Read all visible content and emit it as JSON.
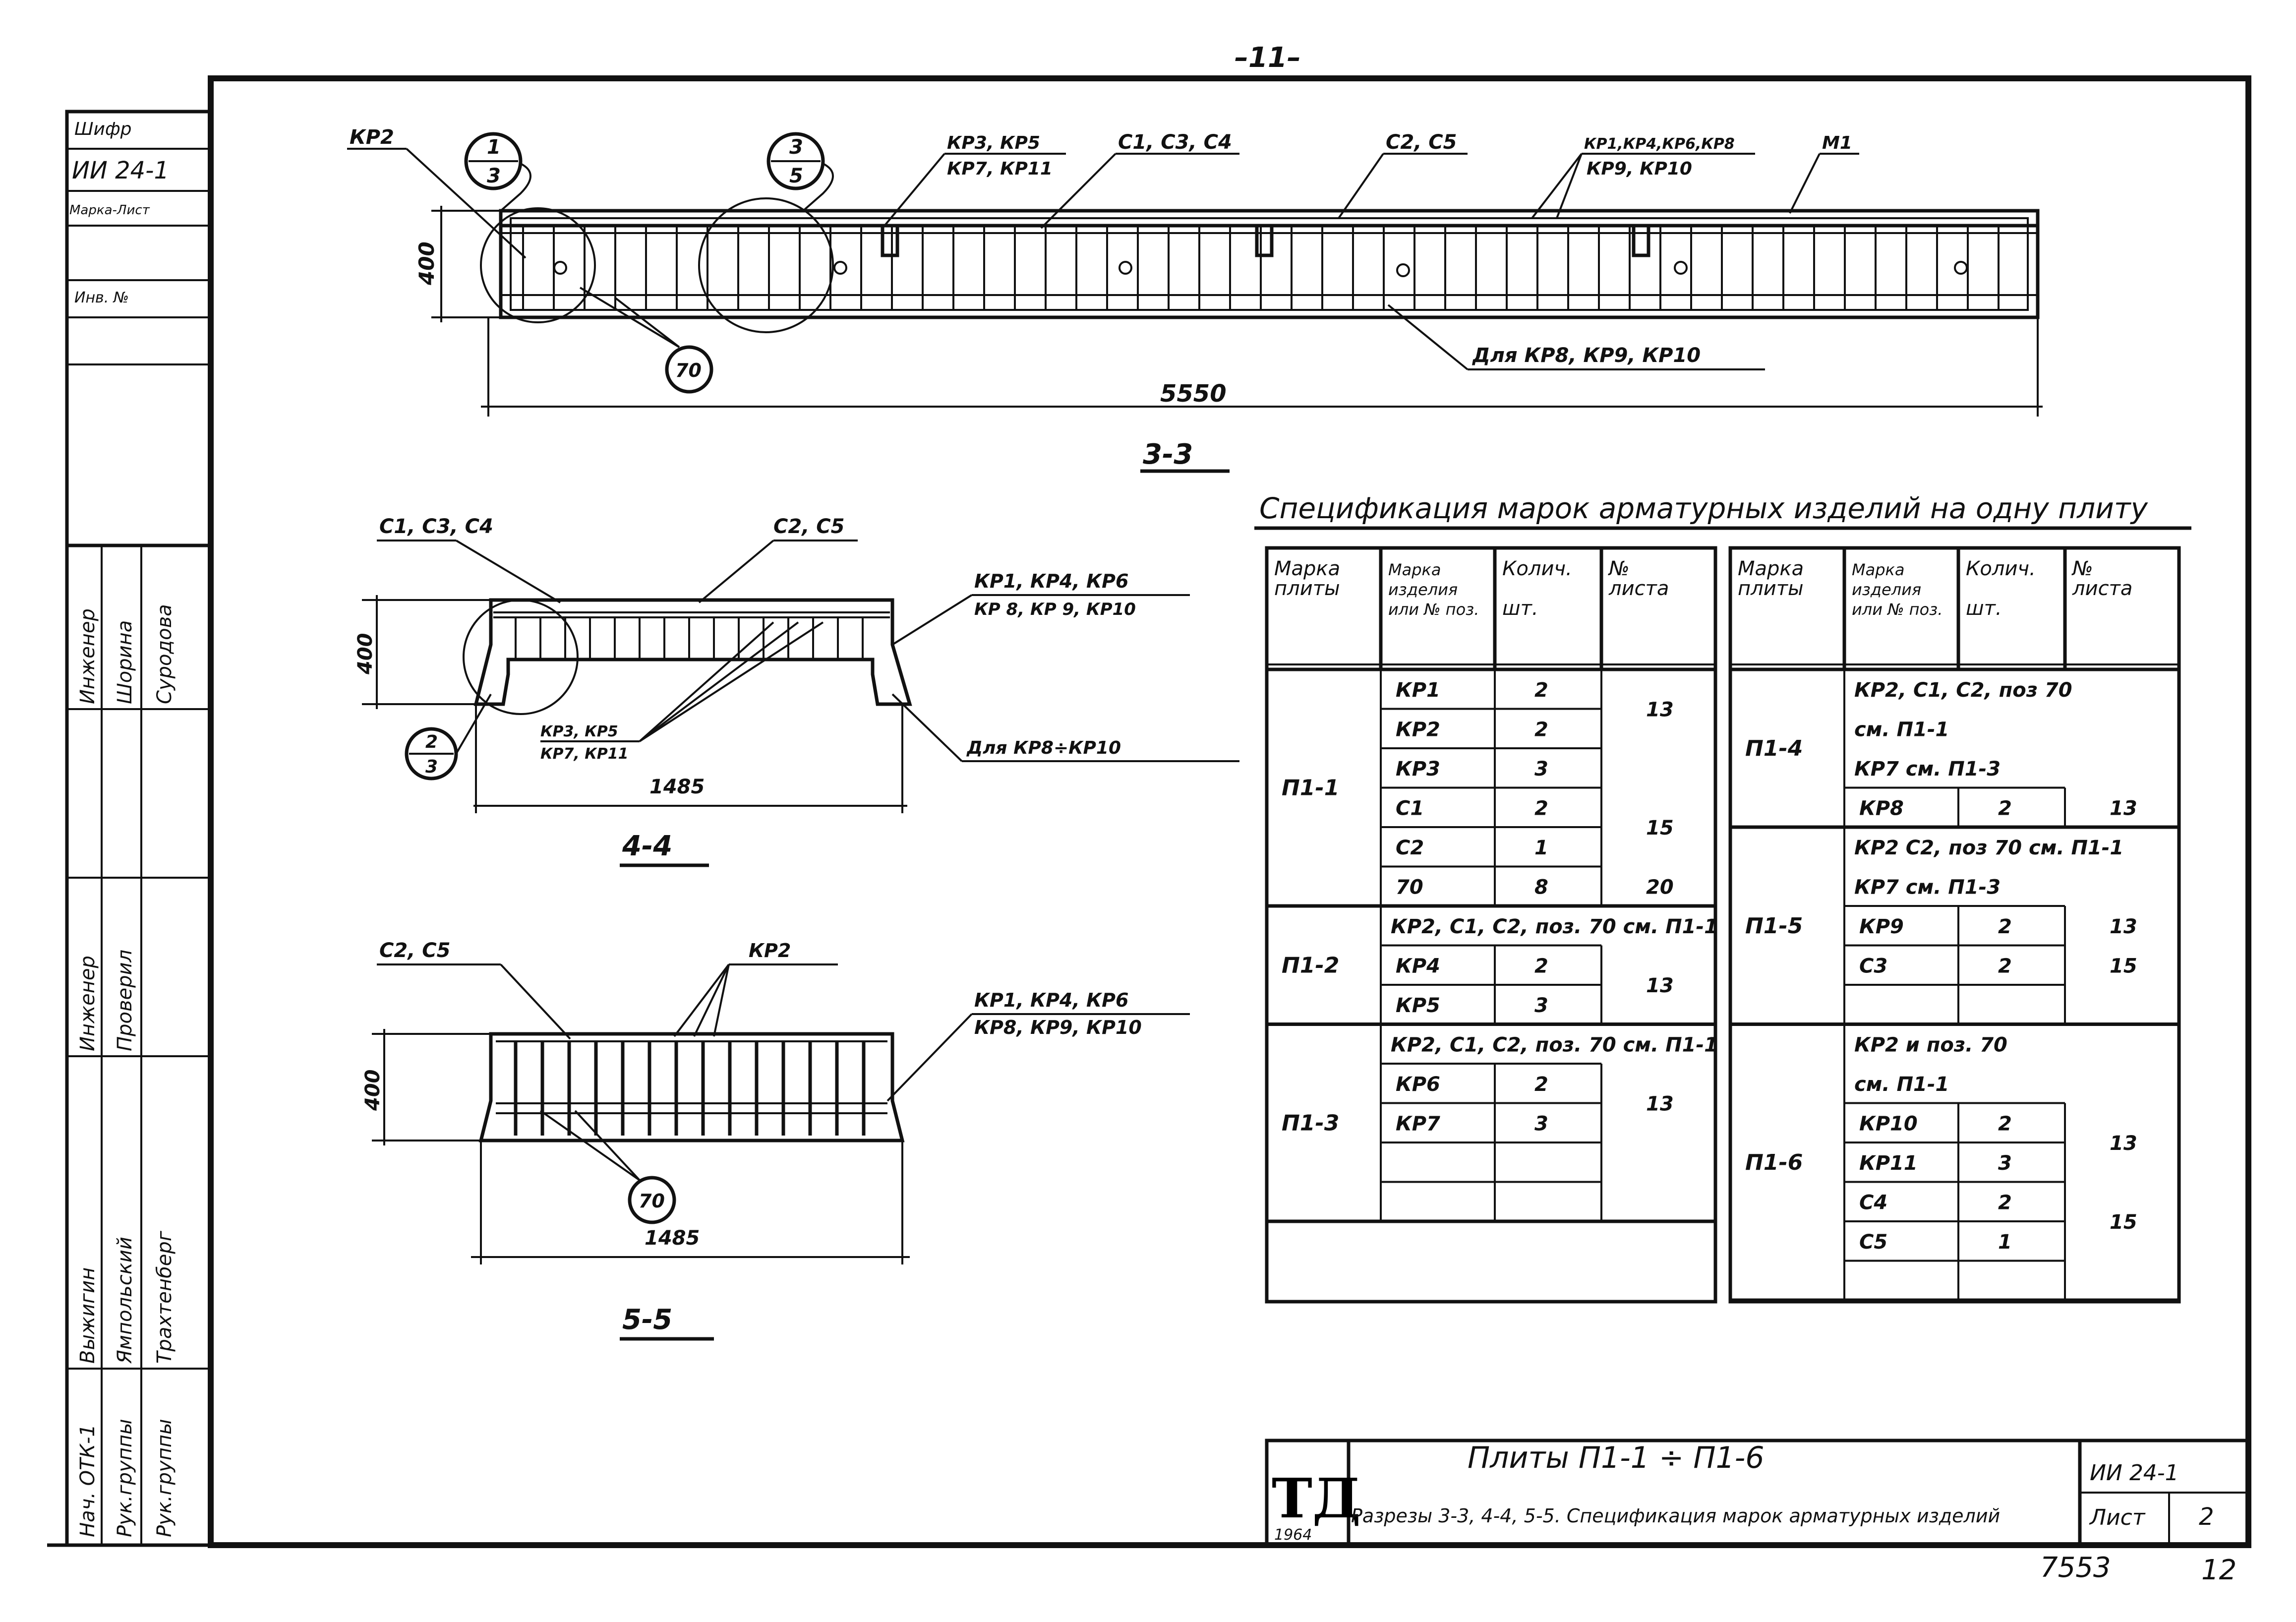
{
  "page_number": "–11–",
  "left_strip": {
    "shifr_label": "Шифр",
    "shifr_value": "ИИ 24-1",
    "marka_list": "Марка-Лист",
    "inv": "Инв. №",
    "roles": [
      "Нач. ОТК-1",
      "Рук.группы",
      "Рук.группы",
      "Инженер",
      "Проверил",
      "Инженер"
    ],
    "names": [
      "Выжигин",
      "Ямпольский",
      "Трахтенберг",
      "Шорина",
      "Суродова",
      ""
    ]
  },
  "section33": {
    "labels": {
      "kr2": "КР2",
      "c1_top": "1",
      "c1_bot": "3",
      "c2_top": "3",
      "c2_bot": "5",
      "kr3": "КР3, КР5",
      "kr7": "КР7, КР11",
      "c134": "С1, С3, С4",
      "c25": "С2, С5",
      "kr1": "КР1,КР4,КР6,КР8",
      "kr9": "КР9, КР10",
      "m1": "М1",
      "dim_h": "400",
      "dim_l": "5550",
      "pos70": "70",
      "dlya": "Для КР8, КР9, КР10"
    },
    "title": "3-3"
  },
  "section44": {
    "labels": {
      "c134": "С1, С3, С4",
      "c25": "С2, С5",
      "kr1": "КР1, КР4, КР6",
      "kr8": "КР 8, КР 9, КР10",
      "dim_h": "400",
      "circ_top": "2",
      "circ_bot": "3",
      "kr35": "КР3, КР5",
      "kr711": "КР7, КР11",
      "dlya": "Для КР8÷КР10",
      "dim_l": "1485"
    },
    "title": "4-4"
  },
  "section55": {
    "labels": {
      "c25": "С2, С5",
      "kr2": "КР2",
      "kr1": "КР1, КР4, КР6",
      "kr8": "КР8, КР9, КР10",
      "dim_h": "400",
      "pos70": "70",
      "dim_l": "1485"
    },
    "title": "5-5"
  },
  "spec": {
    "title": "Спецификация марок арматурных изделий на одну плиту",
    "headers": [
      "Марка плиты",
      "Марка изделия или № поз.",
      "Колич. шт.",
      "№ листа"
    ],
    "left": [
      {
        "plate": "П1-1",
        "rows": [
          [
            "КР1",
            "2",
            ""
          ],
          [
            "КР2",
            "2",
            "13"
          ],
          [
            "КР3",
            "3",
            ""
          ],
          [
            "С1",
            "2",
            ""
          ],
          [
            "С2",
            "1",
            "15"
          ],
          [
            "70",
            "8",
            "20"
          ]
        ]
      },
      {
        "plate": "П1-2",
        "note": "КР2, С1, С2, поз. 70 см. П1-1",
        "rows": [
          [
            "КР4",
            "2",
            ""
          ],
          [
            "КР5",
            "3",
            "13"
          ]
        ]
      },
      {
        "plate": "П1-3",
        "note": "КР2, С1, С2, поз. 70 см. П1-1",
        "rows": [
          [
            "КР6",
            "2",
            ""
          ],
          [
            "КР7",
            "3",
            "13"
          ],
          [
            "",
            "",
            ""
          ],
          [
            "",
            "",
            ""
          ]
        ]
      }
    ],
    "right": [
      {
        "plate": "П1-4",
        "note1": "КР2, С1, С2, поз 70",
        "note2": "см. П1-1",
        "note3": "КР7   см. П1-3",
        "rows": [
          [
            "КР8",
            "2",
            "13"
          ]
        ]
      },
      {
        "plate": "П1-5",
        "note1": "КР2 С2, поз 70 см. П1-1",
        "note2": "КР7 см. П1-3",
        "rows": [
          [
            "КР9",
            "2",
            "13"
          ],
          [
            "С3",
            "2",
            "15"
          ],
          [
            "",
            "",
            ""
          ]
        ]
      },
      {
        "plate": "П1-6",
        "note1": "КР2 и поз. 70",
        "note2": "см. П1-1",
        "rows": [
          [
            "КР10",
            "2",
            ""
          ],
          [
            "КР11",
            "3",
            "13"
          ],
          [
            "С4",
            "2",
            ""
          ],
          [
            "С5",
            "1",
            "15"
          ],
          [
            "",
            "",
            ""
          ]
        ]
      }
    ]
  },
  "titleblock": {
    "logo": "ТД",
    "year": "1964",
    "title": "Плиты П1-1 ÷ П1-6",
    "subtitle": "Разрезы 3-3, 4-4, 5-5. Спецификация марок арматурных изделий",
    "code": "ИИ 24-1",
    "list_label": "Лист",
    "list_no": "2"
  },
  "bottom": {
    "left": "7553",
    "right": "12"
  }
}
